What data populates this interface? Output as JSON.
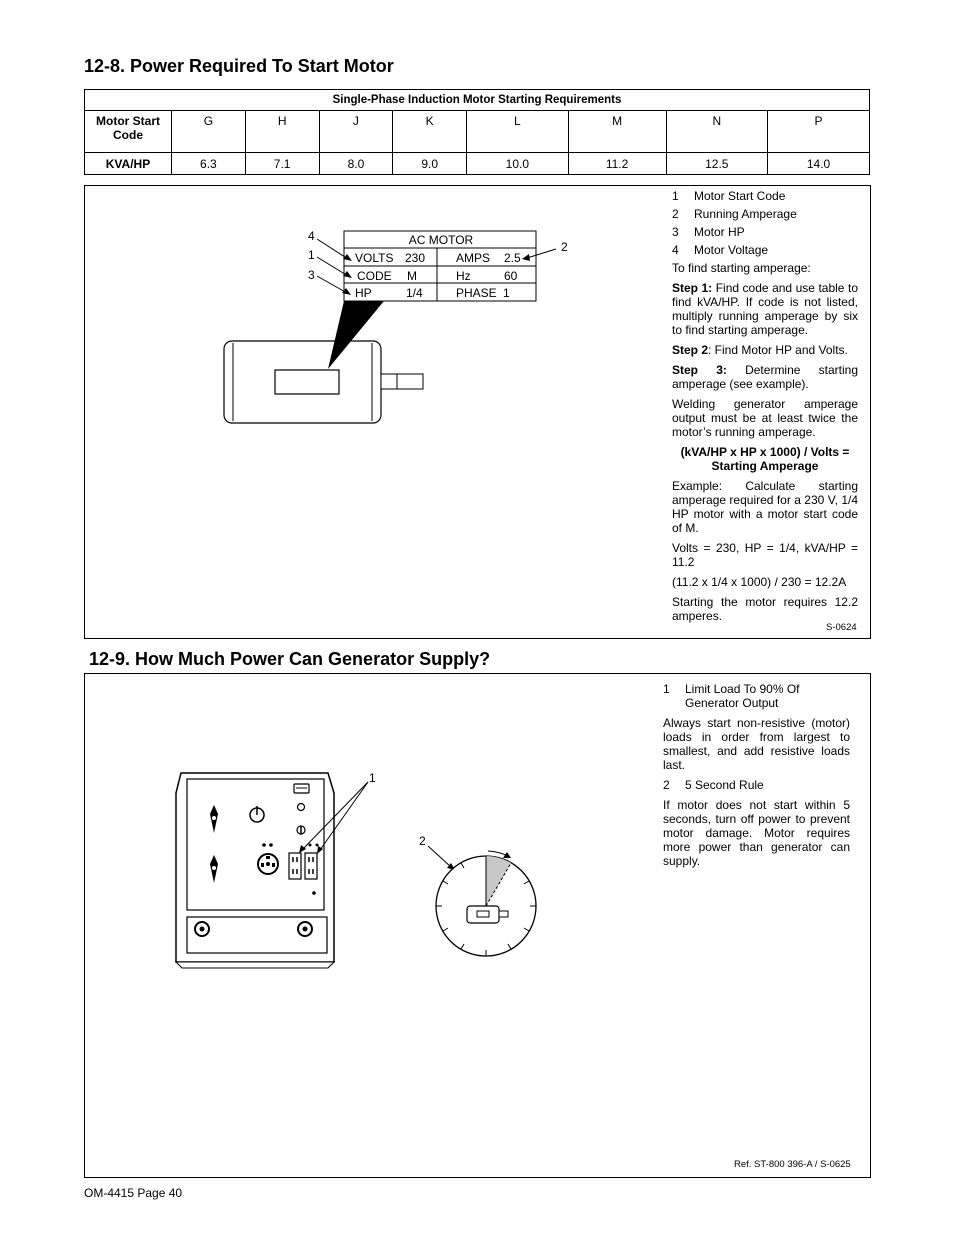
{
  "section1": {
    "title": "12-8. Power Required To Start Motor",
    "table": {
      "caption": "Single-Phase Induction Motor Starting Requirements",
      "code_header": "Motor  Start Code",
      "codes": [
        "G",
        "H",
        "J",
        "K",
        "L",
        "M",
        "N",
        "P"
      ],
      "kva_header": "KVA/HP",
      "kva_values": [
        "6.3",
        "7.1",
        "8.0",
        "9.0",
        "10.0",
        "11.2",
        "12.5",
        "14.0"
      ]
    },
    "nameplate": {
      "title": "AC MOTOR",
      "volts_label": "VOLTS",
      "volts_value": "230",
      "amps_label": "AMPS",
      "amps_value": "2.5",
      "code_label": "CODE",
      "code_value": "M",
      "hz_label": "Hz",
      "hz_value": "60",
      "hp_label": "HP",
      "hp_value": "1/4",
      "phase_label": "PHASE",
      "phase_value": "1"
    },
    "callouts": [
      "4",
      "1",
      "3",
      "2"
    ],
    "legend": [
      {
        "num": "1",
        "text": "Motor Start Code"
      },
      {
        "num": "2",
        "text": "Running Amperage"
      },
      {
        "num": "3",
        "text": "Motor HP"
      },
      {
        "num": "4",
        "text": "Motor Voltage"
      }
    ],
    "intro": "To find starting amperage:",
    "step1_label": "Step 1:",
    "step1_text": " Find code and use table to find kVA/HP. If code is not listed, multiply running amperage by six to find starting amperage.",
    "step2_label": "Step 2",
    "step2_text": ": Find Motor HP and Volts.",
    "step3_label": "Step 3:",
    "step3_text": " Determine starting amperage (see example).",
    "welding_note": "Welding generator amperage output must be at least twice the motor’s running amperage.",
    "formula": "(kVA/HP x HP x 1000) / Volts = Starting Amperage",
    "example": "Example: Calculate starting amperage required for a 230 V, 1/4 HP motor with a motor start code of M.",
    "values_line": "Volts = 230, HP = 1/4, kVA/HP = 11.2",
    "calc_line": "(11.2 x 1/4 x 1000) / 230 = 12.2A",
    "result": "Starting the motor requires 12.2 amperes.",
    "ref": "S-0624"
  },
  "section2": {
    "title": "12-9. How Much Power Can Generator Supply?",
    "callouts": [
      "1",
      "2"
    ],
    "item1_num": "1",
    "item1_text": "Limit Load To 90% Of Generator Output",
    "para1": "Always start non-resistive (motor) loads in order from largest to smallest, and add resistive loads last.",
    "item2_num": "2",
    "item2_text": "5 Second Rule",
    "para2": "If motor does not start within 5 seconds, turn off power to prevent motor damage. Motor requires more power than generator can supply.",
    "ref": "Ref. ST-800 396-A / S-0625"
  },
  "footer": "OM-4415 Page 40"
}
